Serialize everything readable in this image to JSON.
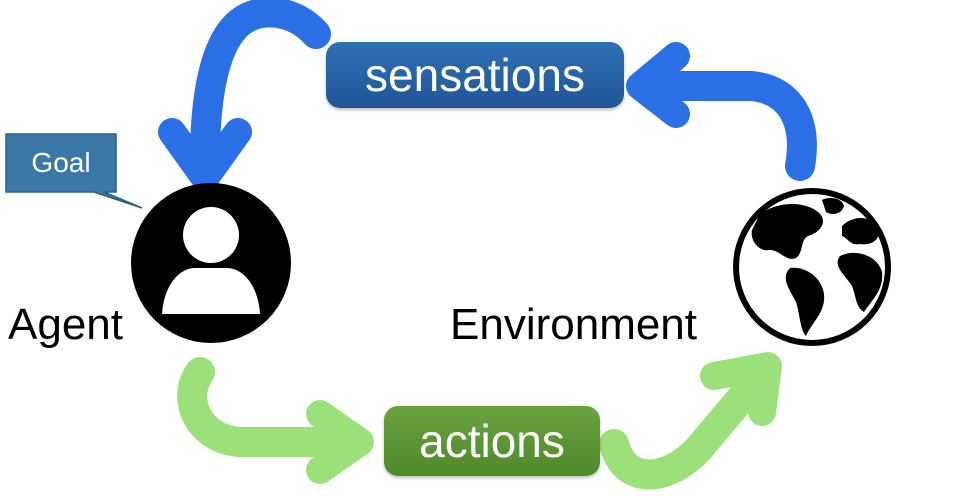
{
  "diagram": {
    "sensations_label": "sensations",
    "actions_label": "actions",
    "agent_label": "Agent",
    "environment_label": "Environment",
    "goal_label": "Goal"
  },
  "icons": {
    "agent": "person-icon",
    "environment": "globe-icon",
    "sensations_arrow": "curved-arrow-icon",
    "actions_arrow": "curved-arrow-icon"
  },
  "colors": {
    "sensations_arrow": "#2b6fe6",
    "sensations_box": "#245c9e",
    "actions_arrow": "#9ce07a",
    "actions_box": "#5a942f",
    "goal_box": "#3a78a8",
    "icon": "#000000"
  }
}
